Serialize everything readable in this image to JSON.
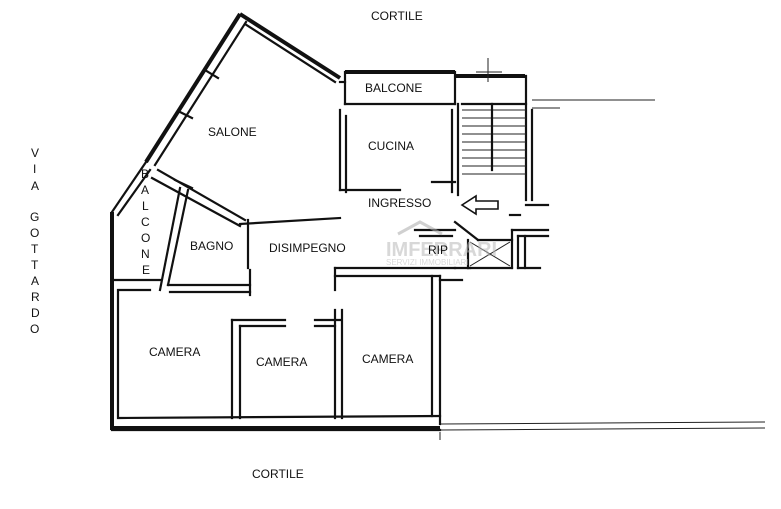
{
  "labels": {
    "cortile_top": "CORTILE",
    "cortile_bottom": "CORTILE",
    "balcone_top": "BALCONE",
    "salone": "SALONE",
    "cucina": "CUCINA",
    "ingresso": "INGRESSO",
    "bagno": "BAGNO",
    "disimpegno": "DISIMPEGNO",
    "rip": "RIP",
    "camera_left": "CAMERA",
    "camera_middle": "CAMERA",
    "camera_right": "CAMERA"
  },
  "vertical_labels": {
    "via": [
      "V",
      "I",
      "A"
    ],
    "gottardo": [
      "G",
      "O",
      "T",
      "T",
      "A",
      "R",
      "D",
      "O"
    ],
    "balcone_side": [
      "B",
      "A",
      "L",
      "C",
      "O",
      "N",
      "E"
    ]
  },
  "watermark": {
    "name": "IMFERRARI",
    "tagline": "SERVIZI IMMOBILIARI"
  }
}
